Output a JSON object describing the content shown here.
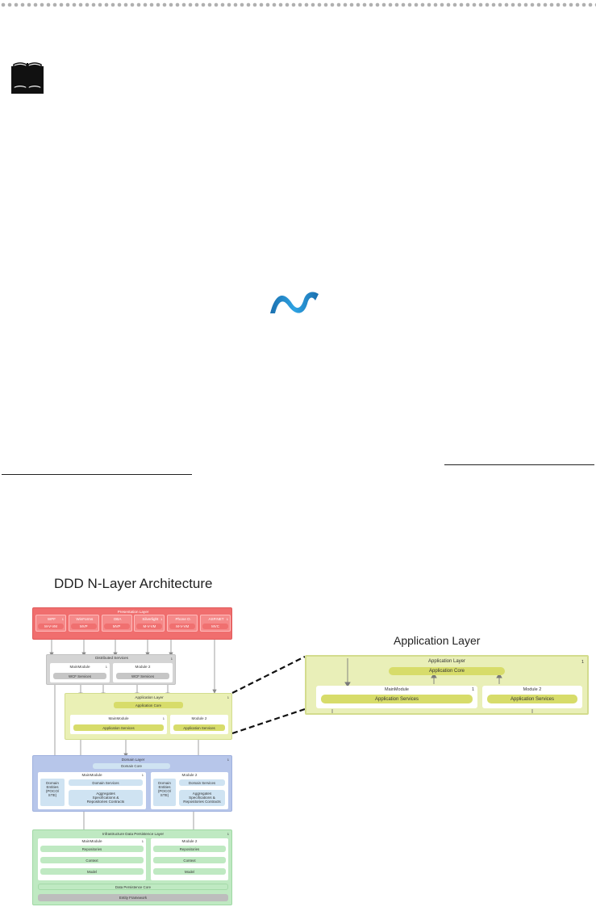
{
  "diagram": {
    "title": "DDD N-Layer Architecture",
    "presentation": {
      "label": "Presentation Layer",
      "clients": [
        {
          "name": "WPF",
          "pattern": "M-V-VM",
          "badge": "1"
        },
        {
          "name": "WinForms",
          "pattern": "MVP",
          "badge": ""
        },
        {
          "name": "OBA",
          "pattern": "MVP",
          "badge": ""
        },
        {
          "name": "Silverlight",
          "pattern": "M-V-VM",
          "badge": "1"
        },
        {
          "name": "Phone O.",
          "pattern": "M-V-VM",
          "badge": ""
        },
        {
          "name": "ASP.NET",
          "pattern": "MVC",
          "badge": "1"
        }
      ]
    },
    "distributed": {
      "label": "Distributed Services",
      "badge": "1",
      "modules": [
        {
          "name": "MainModule",
          "service": "WCF Services",
          "badge": "1"
        },
        {
          "name": "Module 2",
          "service": "WCF Services",
          "badge": ""
        }
      ]
    },
    "application": {
      "label": "Application Layer",
      "badge": "1",
      "core": "Application Core",
      "modules": [
        {
          "name": "MainModule",
          "service": "Application Services",
          "badge": "1"
        },
        {
          "name": "Module 2",
          "service": "Application Services",
          "badge": ""
        }
      ]
    },
    "domain": {
      "label": "Domain Layer",
      "badge": "1",
      "core": "Domain Core",
      "modules": [
        {
          "name": "MainModule",
          "badge": "1",
          "entities": [
            "Domain",
            "Entities",
            "(POCO/",
            "STE)"
          ],
          "services": "Domain Services",
          "aggregates": [
            "Aggregates",
            "Specifications &",
            "Repositories Contracts"
          ]
        },
        {
          "name": "Module 2",
          "badge": "",
          "entities": [
            "Domain",
            "Entities",
            "(POCO/",
            "STE)"
          ],
          "services": "Domain Services",
          "aggregates": [
            "Aggregates",
            "Specifications &",
            "Repositories Contracts"
          ]
        }
      ]
    },
    "infrastructure": {
      "label": "Infrastructure Data Persistence Layer",
      "badge": "1",
      "modules": [
        {
          "name": "MainModule",
          "badge": "1",
          "items": [
            "Repositories",
            "Context",
            "Model"
          ]
        },
        {
          "name": "Module 2",
          "badge": "",
          "items": [
            "Repositories",
            "Context",
            "Model"
          ]
        }
      ],
      "core": "Data Persistence Core",
      "framework": "Entity Framework"
    }
  },
  "zoom": {
    "title": "Application Layer",
    "label": "Application Layer",
    "badge": "1",
    "core": "Application Core",
    "modules": [
      {
        "name": "MainModule",
        "service": "Application Services",
        "badge": "1"
      },
      {
        "name": "Module 2",
        "service": "Application Services",
        "badge": ""
      }
    ]
  },
  "colors": {
    "presentation": "#f06e6e",
    "distributed": "#d2d2d2",
    "application": "#eaf0b5",
    "domain": "#b7c6ea",
    "infrastructure": "#bfe9c2",
    "pill_green": "#d7dc6a",
    "pill_blue": "#cfe3f2",
    "framework": "#bdbdbd"
  }
}
